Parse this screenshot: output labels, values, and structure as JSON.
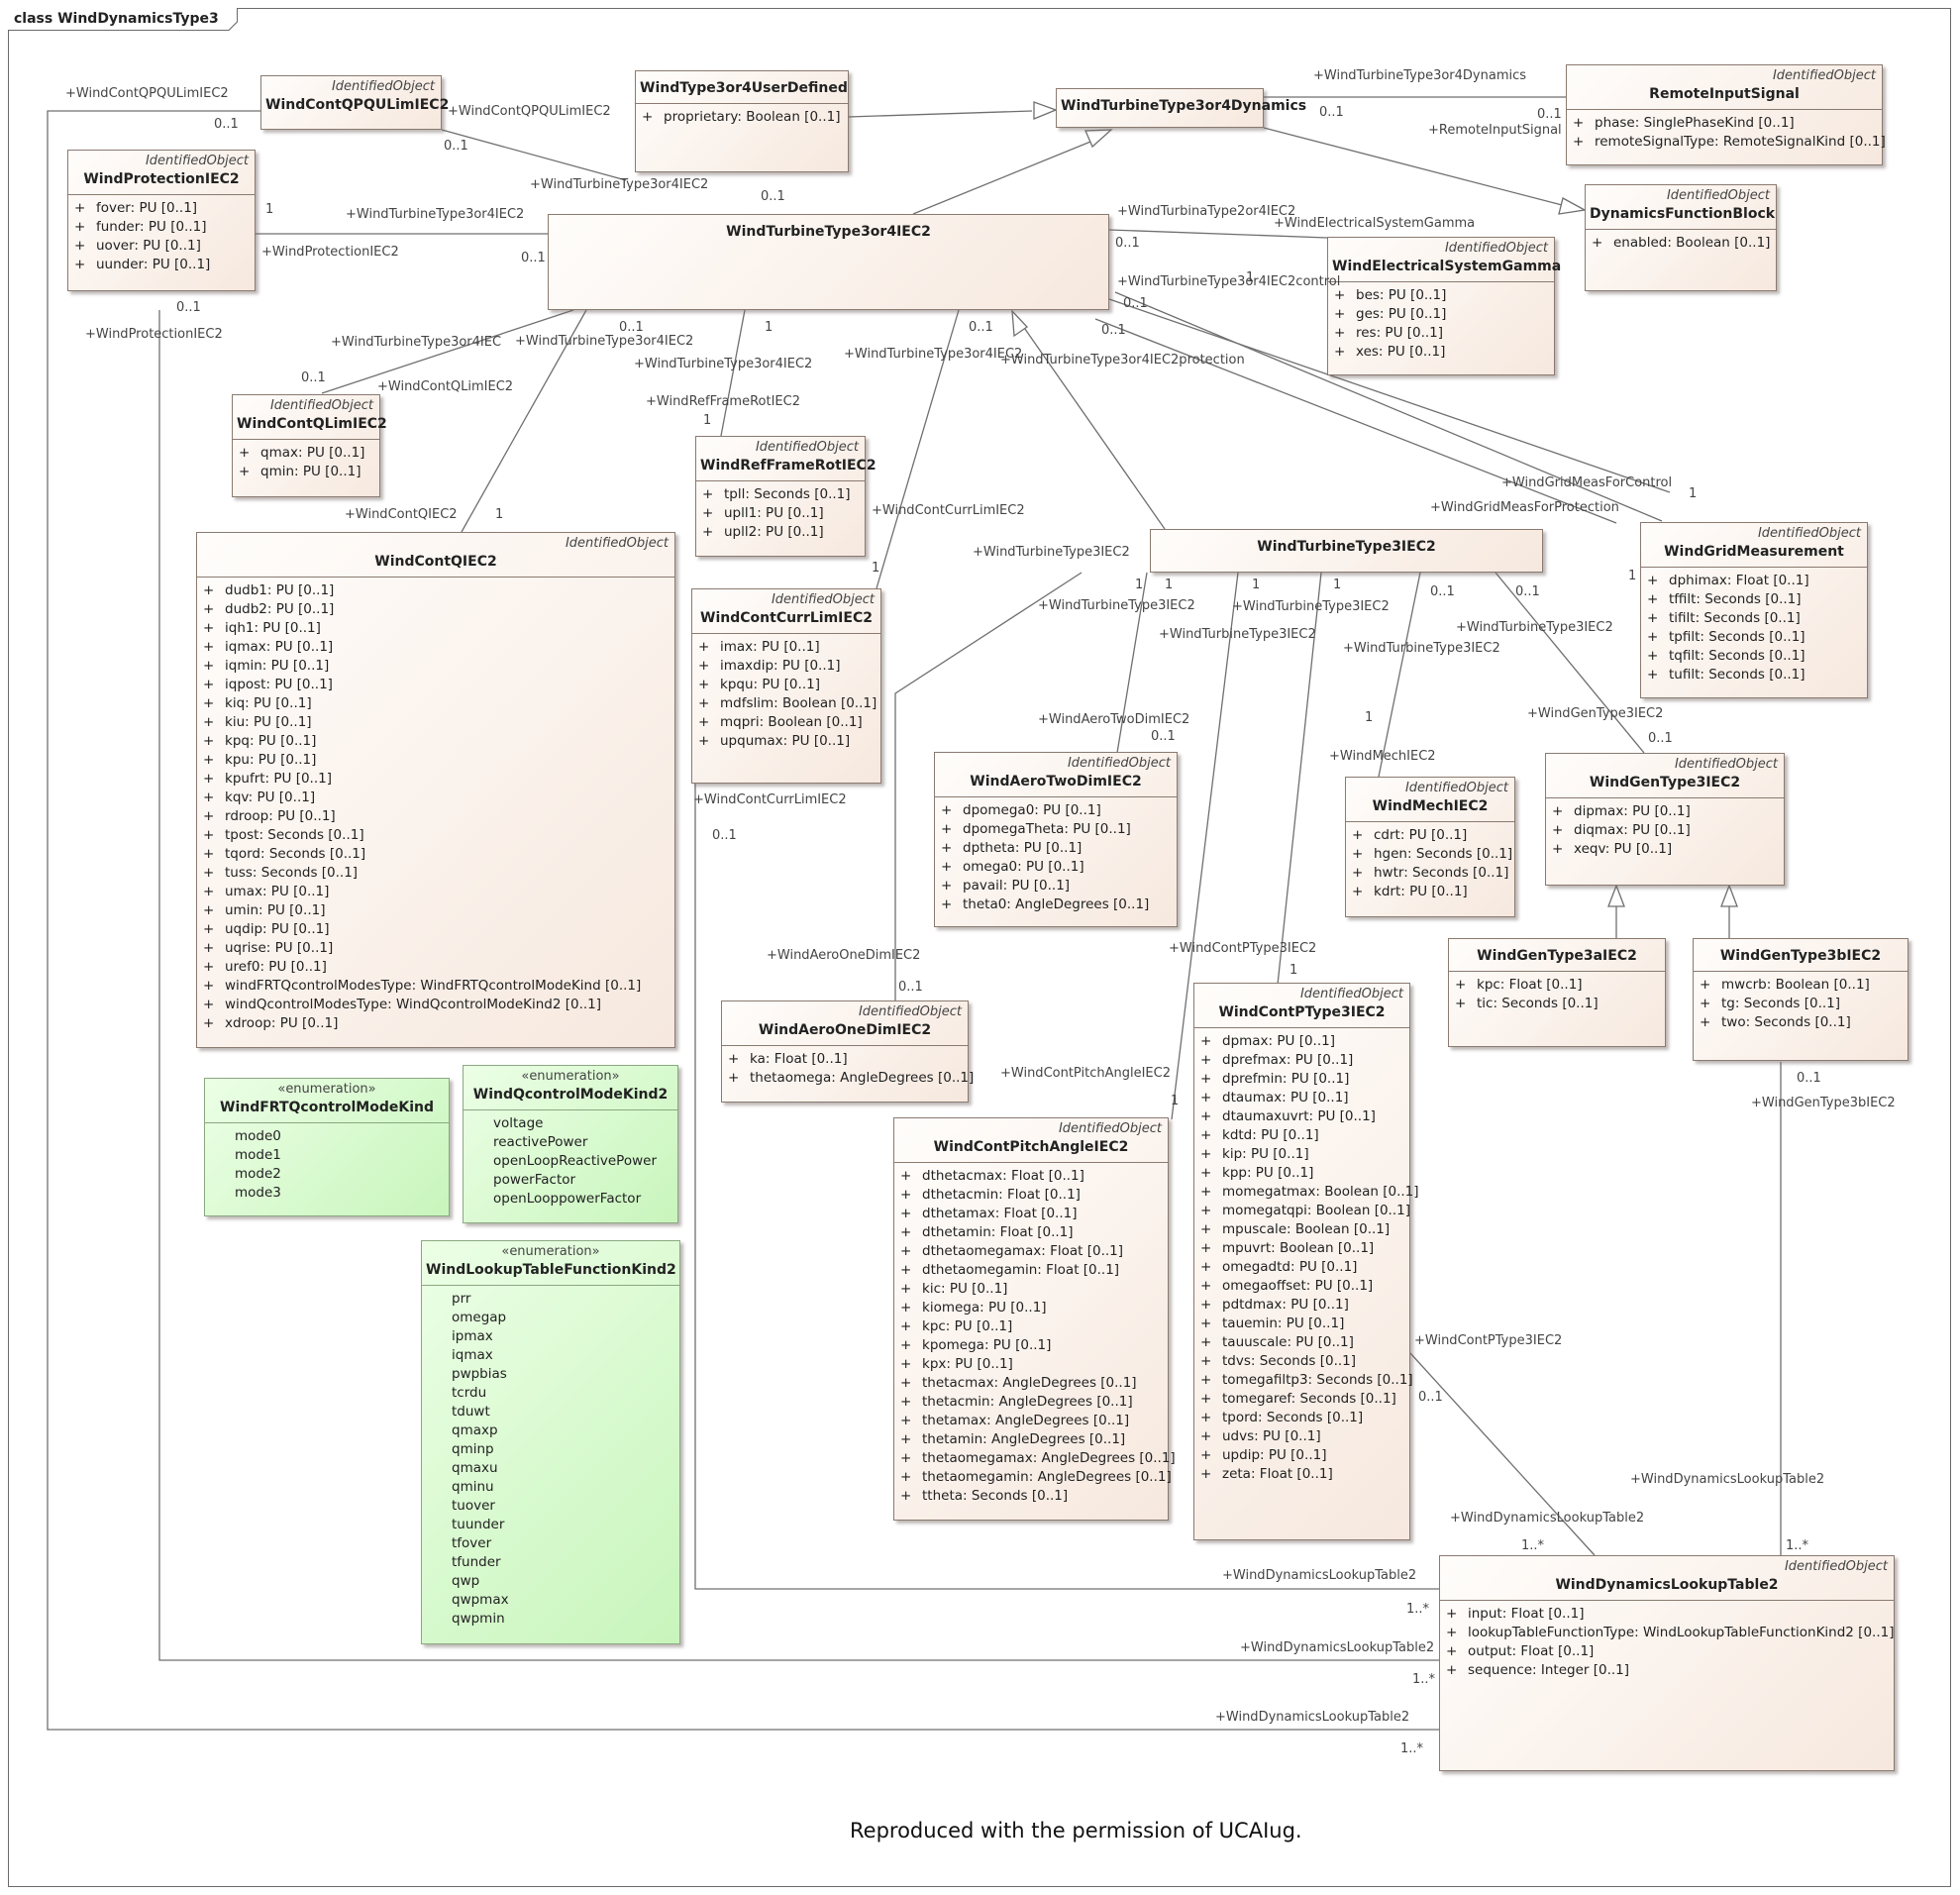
{
  "diagram": {
    "title": "class WindDynamicsType3",
    "footer": "Reproduced with the permission of UCAIug."
  },
  "classes": [
    {
      "id": "wcqpqu",
      "stereotype": "IdentifiedObject",
      "name": "WindContQPQULimIEC2",
      "attrs": []
    },
    {
      "id": "wt34ud",
      "stereotype": "",
      "name": "WindType3or4UserDefined",
      "attrs": [
        "proprietary: Boolean [0..1]"
      ]
    },
    {
      "id": "wtt34d",
      "stereotype": "",
      "name": "WindTurbineType3or4Dynamics",
      "attrs": []
    },
    {
      "id": "ris",
      "stereotype": "IdentifiedObject",
      "name": "RemoteInputSignal",
      "attrs": [
        "phase: SinglePhaseKind [0..1]",
        "remoteSignalType: RemoteSignalKind [0..1]"
      ]
    },
    {
      "id": "wprot",
      "stereotype": "IdentifiedObject",
      "name": "WindProtectionIEC2",
      "attrs": [
        "fover: PU [0..1]",
        "funder: PU [0..1]",
        "uover: PU [0..1]",
        "uunder: PU [0..1]"
      ]
    },
    {
      "id": "wtt34",
      "stereotype": "",
      "name": "WindTurbineType3or4IEC2",
      "attrs": []
    },
    {
      "id": "dfb",
      "stereotype": "IdentifiedObject",
      "name": "DynamicsFunctionBlock",
      "attrs": [
        "enabled: Boolean [0..1]"
      ]
    },
    {
      "id": "wesg",
      "stereotype": "IdentifiedObject",
      "name": "WindElectricalSystemGamma",
      "attrs": [
        "bes: PU [0..1]",
        "ges: PU [0..1]",
        "res: PU [0..1]",
        "xes: PU [0..1]"
      ]
    },
    {
      "id": "wcql",
      "stereotype": "IdentifiedObject",
      "name": "WindContQLimIEC2",
      "attrs": [
        "qmax: PU [0..1]",
        "qmin: PU [0..1]"
      ]
    },
    {
      "id": "wrfr",
      "stereotype": "IdentifiedObject",
      "name": "WindRefFrameRotIEC2",
      "attrs": [
        "tpll: Seconds [0..1]",
        "upll1: PU [0..1]",
        "upll2: PU [0..1]"
      ]
    },
    {
      "id": "wcq",
      "stereotype": "IdentifiedObject",
      "name": "WindContQIEC2",
      "attrs": [
        "dudb1: PU [0..1]",
        "dudb2: PU [0..1]",
        "iqh1: PU [0..1]",
        "iqmax: PU [0..1]",
        "iqmin: PU [0..1]",
        "iqpost: PU [0..1]",
        "kiq: PU [0..1]",
        "kiu: PU [0..1]",
        "kpq: PU [0..1]",
        "kpu: PU [0..1]",
        "kpufrt: PU [0..1]",
        "kqv: PU [0..1]",
        "rdroop: PU [0..1]",
        "tpost: Seconds [0..1]",
        "tqord: Seconds [0..1]",
        "tuss: Seconds [0..1]",
        "umax: PU [0..1]",
        "umin: PU [0..1]",
        "uqdip: PU [0..1]",
        "uqrise: PU [0..1]",
        "uref0: PU [0..1]",
        "windFRTQcontrolModesType: WindFRTQcontrolModeKind [0..1]",
        "windQcontrolModesType: WindQcontrolModeKind2 [0..1]",
        "xdroop: PU [0..1]"
      ]
    },
    {
      "id": "wccl",
      "stereotype": "IdentifiedObject",
      "name": "WindContCurrLimIEC2",
      "attrs": [
        "imax: PU [0..1]",
        "imaxdip: PU [0..1]",
        "kpqu: PU [0..1]",
        "mdfslim: Boolean [0..1]",
        "mqpri: Boolean [0..1]",
        "upqumax: PU [0..1]"
      ]
    },
    {
      "id": "wtt3",
      "stereotype": "",
      "name": "WindTurbineType3IEC2",
      "attrs": []
    },
    {
      "id": "wgm",
      "stereotype": "IdentifiedObject",
      "name": "WindGridMeasurement",
      "attrs": [
        "dphimax: Float [0..1]",
        "tffilt: Seconds [0..1]",
        "tifilt: Seconds [0..1]",
        "tpfilt: Seconds [0..1]",
        "tqfilt: Seconds [0..1]",
        "tufilt: Seconds [0..1]"
      ]
    },
    {
      "id": "wa2d",
      "stereotype": "IdentifiedObject",
      "name": "WindAeroTwoDimIEC2",
      "attrs": [
        "dpomega0: PU [0..1]",
        "dpomegaTheta: PU [0..1]",
        "dptheta: PU [0..1]",
        "omega0: PU [0..1]",
        "pavail: PU [0..1]",
        "theta0: AngleDegrees [0..1]"
      ]
    },
    {
      "id": "wmech",
      "stereotype": "IdentifiedObject",
      "name": "WindMechIEC2",
      "attrs": [
        "cdrt: PU [0..1]",
        "hgen: Seconds [0..1]",
        "hwtr: Seconds [0..1]",
        "kdrt: PU [0..1]"
      ]
    },
    {
      "id": "wgt3",
      "stereotype": "IdentifiedObject",
      "name": "WindGenType3IEC2",
      "attrs": [
        "dipmax: PU [0..1]",
        "diqmax: PU [0..1]",
        "xeqv: PU [0..1]"
      ]
    },
    {
      "id": "wgt3a",
      "stereotype": "",
      "name": "WindGenType3aIEC2",
      "attrs": [
        "kpc: Float [0..1]",
        "tic: Seconds [0..1]"
      ]
    },
    {
      "id": "wgt3b",
      "stereotype": "",
      "name": "WindGenType3bIEC2",
      "attrs": [
        "mwcrb: Boolean [0..1]",
        "tg: Seconds [0..1]",
        "two: Seconds [0..1]"
      ]
    },
    {
      "id": "wa1d",
      "stereotype": "IdentifiedObject",
      "name": "WindAeroOneDimIEC2",
      "attrs": [
        "ka: Float [0..1]",
        "thetaomega: AngleDegrees [0..1]"
      ]
    },
    {
      "id": "wcpa",
      "stereotype": "IdentifiedObject",
      "name": "WindContPitchAngleIEC2",
      "attrs": [
        "dthetacmax: Float [0..1]",
        "dthetacmin: Float [0..1]",
        "dthetamax: Float [0..1]",
        "dthetamin: Float [0..1]",
        "dthetaomegamax: Float [0..1]",
        "dthetaomegamin: Float [0..1]",
        "kic: PU [0..1]",
        "kiomega: PU [0..1]",
        "kpc: PU [0..1]",
        "kpomega: PU [0..1]",
        "kpx: PU [0..1]",
        "thetacmax: AngleDegrees [0..1]",
        "thetacmin: AngleDegrees [0..1]",
        "thetamax: AngleDegrees [0..1]",
        "thetamin: AngleDegrees [0..1]",
        "thetaomegamax: AngleDegrees [0..1]",
        "thetaomegamin: AngleDegrees [0..1]",
        "ttheta: Seconds [0..1]"
      ]
    },
    {
      "id": "wcpt3",
      "stereotype": "IdentifiedObject",
      "name": "WindContPType3IEC2",
      "attrs": [
        "dpmax: PU [0..1]",
        "dprefmax: PU [0..1]",
        "dprefmin: PU [0..1]",
        "dtaumax: PU [0..1]",
        "dtaumaxuvrt: PU [0..1]",
        "kdtd: PU [0..1]",
        "kip: PU [0..1]",
        "kpp: PU [0..1]",
        "momegatmax: Boolean [0..1]",
        "momegatqpi: Boolean [0..1]",
        "mpuscale: Boolean [0..1]",
        "mpuvrt: Boolean [0..1]",
        "omegadtd: PU [0..1]",
        "omegaoffset: PU [0..1]",
        "pdtdmax: PU [0..1]",
        "tauemin: PU [0..1]",
        "tauuscale: PU [0..1]",
        "tdvs: Seconds [0..1]",
        "tomegafiltp3: Seconds [0..1]",
        "tomegaref: Seconds [0..1]",
        "tpord: Seconds [0..1]",
        "udvs: PU [0..1]",
        "updip: PU [0..1]",
        "zeta: Float [0..1]"
      ]
    },
    {
      "id": "wdlt",
      "stereotype": "IdentifiedObject",
      "name": "WindDynamicsLookupTable2",
      "attrs": [
        "input: Float [0..1]",
        "lookupTableFunctionType: WindLookupTableFunctionKind2 [0..1]",
        "output: Float [0..1]",
        "sequence: Integer [0..1]"
      ]
    },
    {
      "id": "efrt",
      "stereotype": "«enumeration»",
      "name": "WindFRTQcontrolModeKind",
      "enum": true,
      "attrs": [
        "mode0",
        "mode1",
        "mode2",
        "mode3"
      ]
    },
    {
      "id": "eqcm",
      "stereotype": "«enumeration»",
      "name": "WindQcontrolModeKind2",
      "enum": true,
      "attrs": [
        "voltage",
        "reactivePower",
        "openLoopReactivePower",
        "powerFactor",
        "openLooppowerFactor"
      ]
    },
    {
      "id": "eltf",
      "stereotype": "«enumeration»",
      "name": "WindLookupTableFunctionKind2",
      "enum": true,
      "attrs": [
        "prr",
        "omegap",
        "ipmax",
        "iqmax",
        "pwpbias",
        "tcrdu",
        "tduwt",
        "qmaxp",
        "qminp",
        "qmaxu",
        "qminu",
        "tuover",
        "tuunder",
        "tfover",
        "tfunder",
        "qwp",
        "qwpmax",
        "qwpmin"
      ]
    }
  ],
  "labels": [
    "+WindContQPQULimIEC2",
    "0..1",
    "+WindContQPQULimIEC2",
    "0..1",
    "+WindTurbineType3or4IEC2",
    "0..1",
    "1",
    "+WindTurbineType3or4IEC2",
    "+WindProtectionIEC2",
    "0..1",
    "0..1",
    "+WindProtectionIEC2",
    "+WindTurbineType3or4Dynamics",
    "0..1",
    "0..1",
    "+RemoteInputSignal",
    "+WindTurbinaType2or4IEC2",
    "+WindElectricalSystemGamma",
    "0..1",
    "+WindTurbineType3or4IEC2control",
    "1",
    "0..1",
    "0..1",
    "+WindTurbineType3or4IEC",
    "+WindTurbineType3or4IEC2",
    "0..1",
    "0..1",
    "+WindContQLimIEC2",
    "1",
    "+WindTurbineType3or4IEC2",
    "+WindRefFrameRotIEC2",
    "1",
    "0..1",
    "+WindTurbineType3or4IEC2",
    "+WindTurbineType3or4IEC2protection",
    "+WindContQIEC2",
    "1",
    "+WindContCurrLimIEC2",
    "1",
    "+WindGridMeasForControl",
    "1",
    "+WindGridMeasForProtection",
    "1",
    "+WindTurbineType3IEC2",
    "1",
    "1",
    "1",
    "1",
    "0..1",
    "0..1",
    "+WindTurbineType3IEC2",
    "+WindTurbineType3IEC2",
    "+WindTurbineType3IEC2",
    "+WindTurbineType3IEC2",
    "+WindTurbineType3IEC2",
    "+WindAeroTwoDimIEC2",
    "0..1",
    "1",
    "+WindMechIEC2",
    "+WindGenType3IEC2",
    "0..1",
    "+WindContCurrLimIEC2",
    "0..1",
    "+WindAeroOneDimIEC2",
    "0..1",
    "+WindContPType3IEC2",
    "1",
    "+WindContPitchAngleIEC2",
    "1",
    "0..1",
    "+WindGenType3bIEC2",
    "+WindContPType3IEC2",
    "0..1",
    "+WindDynamicsLookupTable2",
    "+WindDynamicsLookupTable2",
    "1..*",
    "1..*",
    "+WindDynamicsLookupTable2",
    "1..*",
    "+WindDynamicsLookupTable2",
    "1..*",
    "+WindDynamicsLookupTable2",
    "1..*"
  ]
}
